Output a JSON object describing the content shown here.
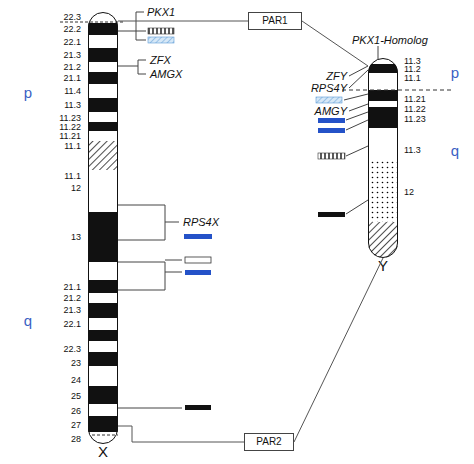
{
  "diagram": {
    "nodes": [
      {
        "text": [
          "X"
        ]
      },
      {
        "text": [
          "PAR1"
        ]
      },
      {
        "text": [
          "Y"
        ]
      },
      {
        "text": [
          "PAR2"
        ]
      }
    ],
    "edges": [
      {
        "from": 1,
        "to": 0,
        "arrow": "none"
      },
      {
        "from": 1,
        "to": 2,
        "arrow": "none"
      },
      {
        "from": 3,
        "to": 0,
        "arrow": "none"
      },
      {
        "from": 3,
        "to": 2,
        "arrow": "none"
      }
    ],
    "labels": [
      "p",
      "q",
      "22.3",
      "22.2",
      "22.1",
      "21.3",
      "21.2",
      "21.1",
      "11.4",
      "11.3",
      "11.23",
      "11.22",
      "11.21",
      "11.1",
      "11.1",
      "12",
      "13",
      "21.1",
      "21.2",
      "21.3",
      "22.1",
      "22.3",
      "23",
      "24",
      "25",
      "26",
      "27",
      "28",
      "PKX1",
      "ZFX",
      "AMGX",
      "RPS4X",
      "PKX1-Homolog",
      "ZFY",
      "RPS4Y",
      "AMGY",
      "11.3",
      "11.2",
      "11.1",
      "11.21",
      "11.22",
      "11.23",
      "11.3",
      "12",
      "p",
      "q"
    ]
  }
}
